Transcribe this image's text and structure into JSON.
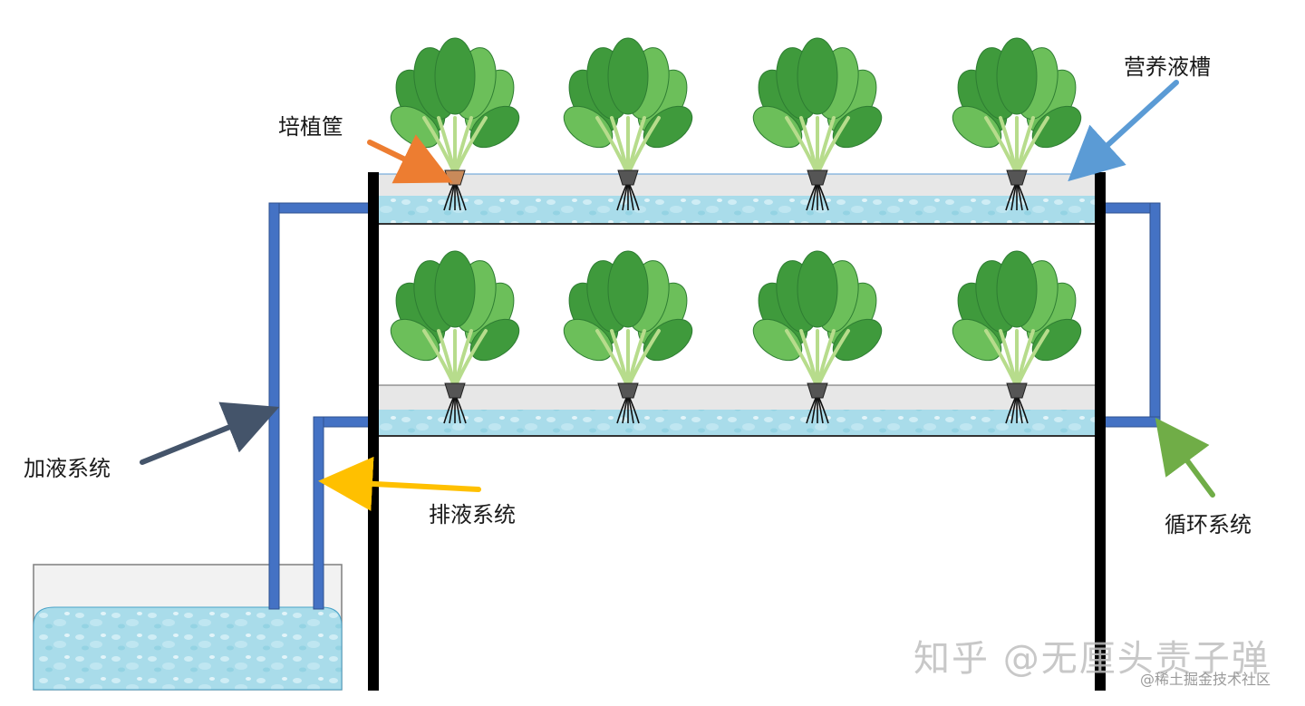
{
  "labels": {
    "planting_basket": "培植筐",
    "nutrient_tank": "营养液槽",
    "feed_system": "加液系统",
    "drain_system": "排液系统",
    "circulation_system": "循环系统"
  },
  "watermark": {
    "main": "知乎 @无厘头责子弹",
    "sub": "@稀土掘金技术社区"
  },
  "colors": {
    "pipe": "#4472c4",
    "frame": "#000000",
    "water": "#9fd8e8",
    "trough": "#e6e6e6",
    "leaf_dark": "#3f9a3c",
    "leaf_light": "#6cbf5a",
    "stem": "#b7dc8c",
    "arrow_basket": "#ed7d31",
    "arrow_tank": "#5b9bd5",
    "arrow_feed": "#44546a",
    "arrow_drain": "#ffc000",
    "arrow_circulation": "#70ad47"
  },
  "plants": {
    "per_tier": 4,
    "tiers": 2
  }
}
